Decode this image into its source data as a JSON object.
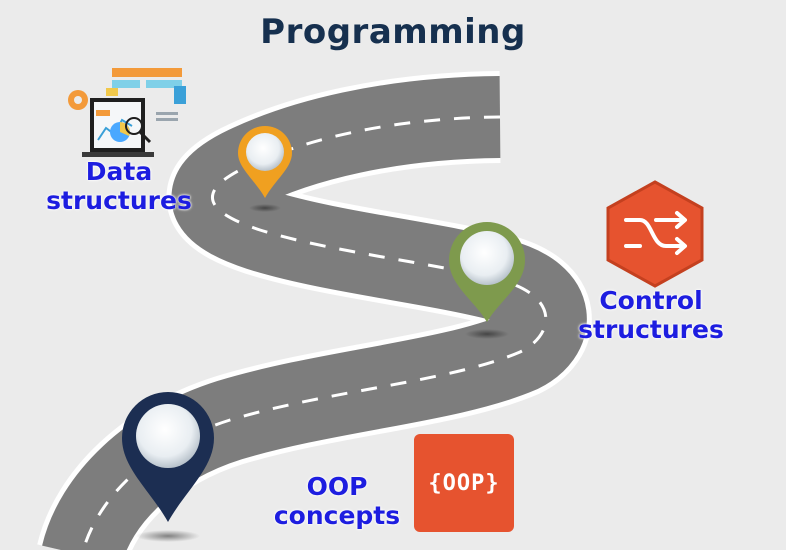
{
  "title": "Programming",
  "milestones": [
    {
      "label": "Data structures",
      "pin_color": "#f0a020"
    },
    {
      "label": "Control structures",
      "pin_color": "#7e9a4d"
    },
    {
      "label": "OOP concepts",
      "pin_color": "#1c2e52"
    }
  ],
  "oop_badge": "{OOP}",
  "colors": {
    "road": "#7d7d7d",
    "road_edge": "#ffffff",
    "title": "#16304f",
    "label": "#1d1de0",
    "badge": "#e6532f"
  }
}
